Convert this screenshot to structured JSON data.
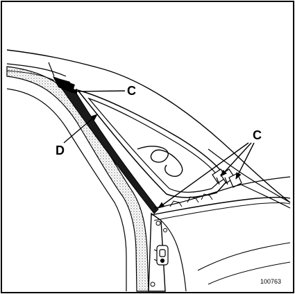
{
  "figure": {
    "reference": "100763",
    "callouts": {
      "c_top": "C",
      "c_right": "C",
      "d_left": "D"
    }
  },
  "colors": {
    "ink": "#000000",
    "paper": "#ffffff",
    "hatch": "#555555"
  }
}
